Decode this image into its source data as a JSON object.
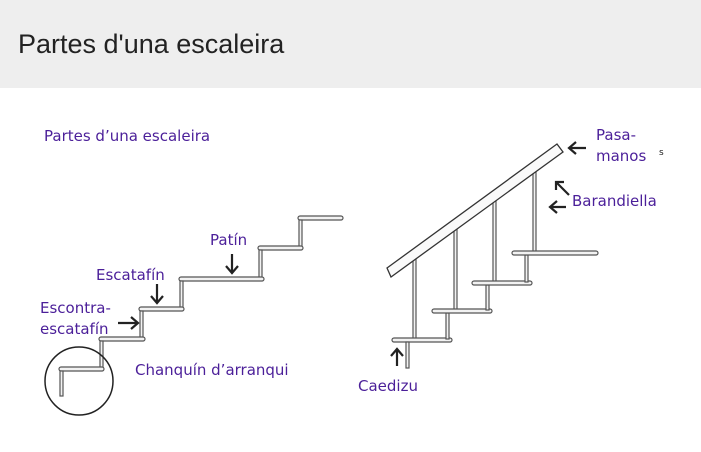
{
  "header": {
    "title": "Partes d'una escaleira"
  },
  "diagram": {
    "title": "Partes d’una escaleira",
    "labels": {
      "patin": "Patín",
      "escatafin": "Escatafín",
      "escontra_1": "Escontra-",
      "escontra_2": "escatafín",
      "chanquin": "Chanquín d’arranqui",
      "pasamanos_1": "Pasa-",
      "pasamanos_2": "manos",
      "pasamanos_stray": "s",
      "barandiella": "Barandiella",
      "caedizu": "Caedizu"
    },
    "label_color": "#4b1f99"
  }
}
